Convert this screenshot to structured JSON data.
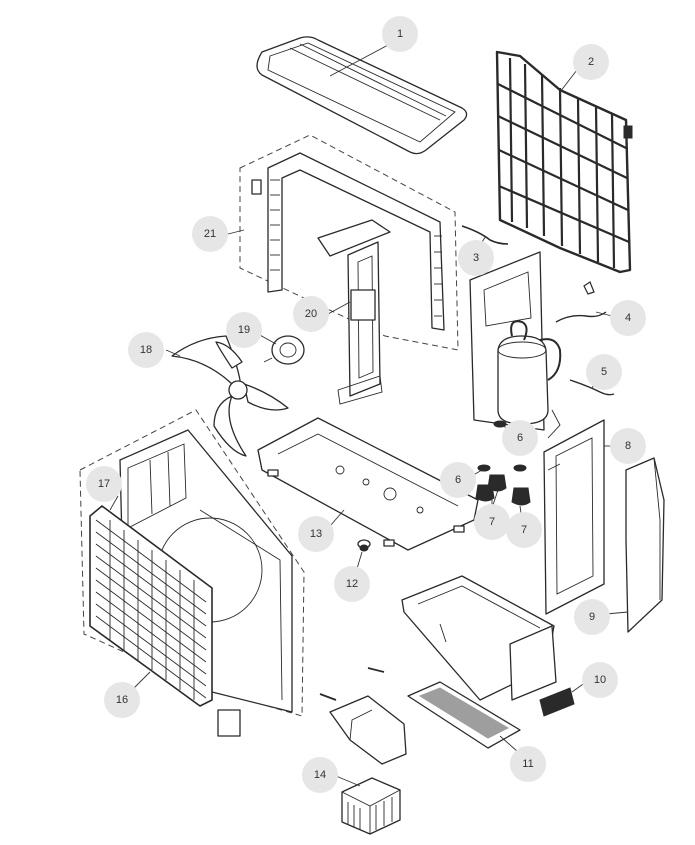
{
  "diagram": {
    "style": {
      "ink": "#2a2a2a",
      "callout_fill": "#e6e6e6",
      "callout_text": "#333333"
    },
    "callouts": [
      {
        "id": "c1",
        "label": "1"
      },
      {
        "id": "c2",
        "label": "2"
      },
      {
        "id": "c3",
        "label": "3"
      },
      {
        "id": "c4",
        "label": "4"
      },
      {
        "id": "c5",
        "label": "5"
      },
      {
        "id": "c6a",
        "label": "6"
      },
      {
        "id": "c6b",
        "label": "6"
      },
      {
        "id": "c7a",
        "label": "7"
      },
      {
        "id": "c7b",
        "label": "7"
      },
      {
        "id": "c8",
        "label": "8"
      },
      {
        "id": "c9",
        "label": "9"
      },
      {
        "id": "c10",
        "label": "10"
      },
      {
        "id": "c11",
        "label": "11"
      },
      {
        "id": "c12",
        "label": "12"
      },
      {
        "id": "c13",
        "label": "13"
      },
      {
        "id": "c14",
        "label": "14"
      },
      {
        "id": "c16",
        "label": "16"
      },
      {
        "id": "c17",
        "label": "17"
      },
      {
        "id": "c18",
        "label": "18"
      },
      {
        "id": "c19",
        "label": "19"
      },
      {
        "id": "c20",
        "label": "20"
      },
      {
        "id": "c21",
        "label": "21"
      }
    ]
  }
}
